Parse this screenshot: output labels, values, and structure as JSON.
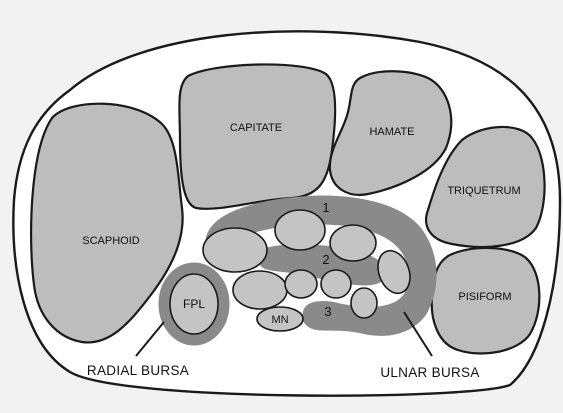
{
  "labels": {
    "scaphoid": "SCAPHOID",
    "capitate": "CAPITATE",
    "hamate": "HAMATE",
    "triquetrum": "TRIQUETRUM",
    "pisiform": "PISIFORM",
    "fpl": "FPL",
    "mn": "MN",
    "bursa_1": "1",
    "bursa_2": "2",
    "bursa_3": "3",
    "radial_bursa": "RADIAL BURSA",
    "ulnar_bursa": "ULNAR BURSA"
  },
  "colors": {
    "background": "#f2f2f2",
    "bone": "#bdbdbd",
    "bursa": "#8a8a8a",
    "tendon": "#c4c4c4",
    "outline": "#1a1a1a"
  }
}
